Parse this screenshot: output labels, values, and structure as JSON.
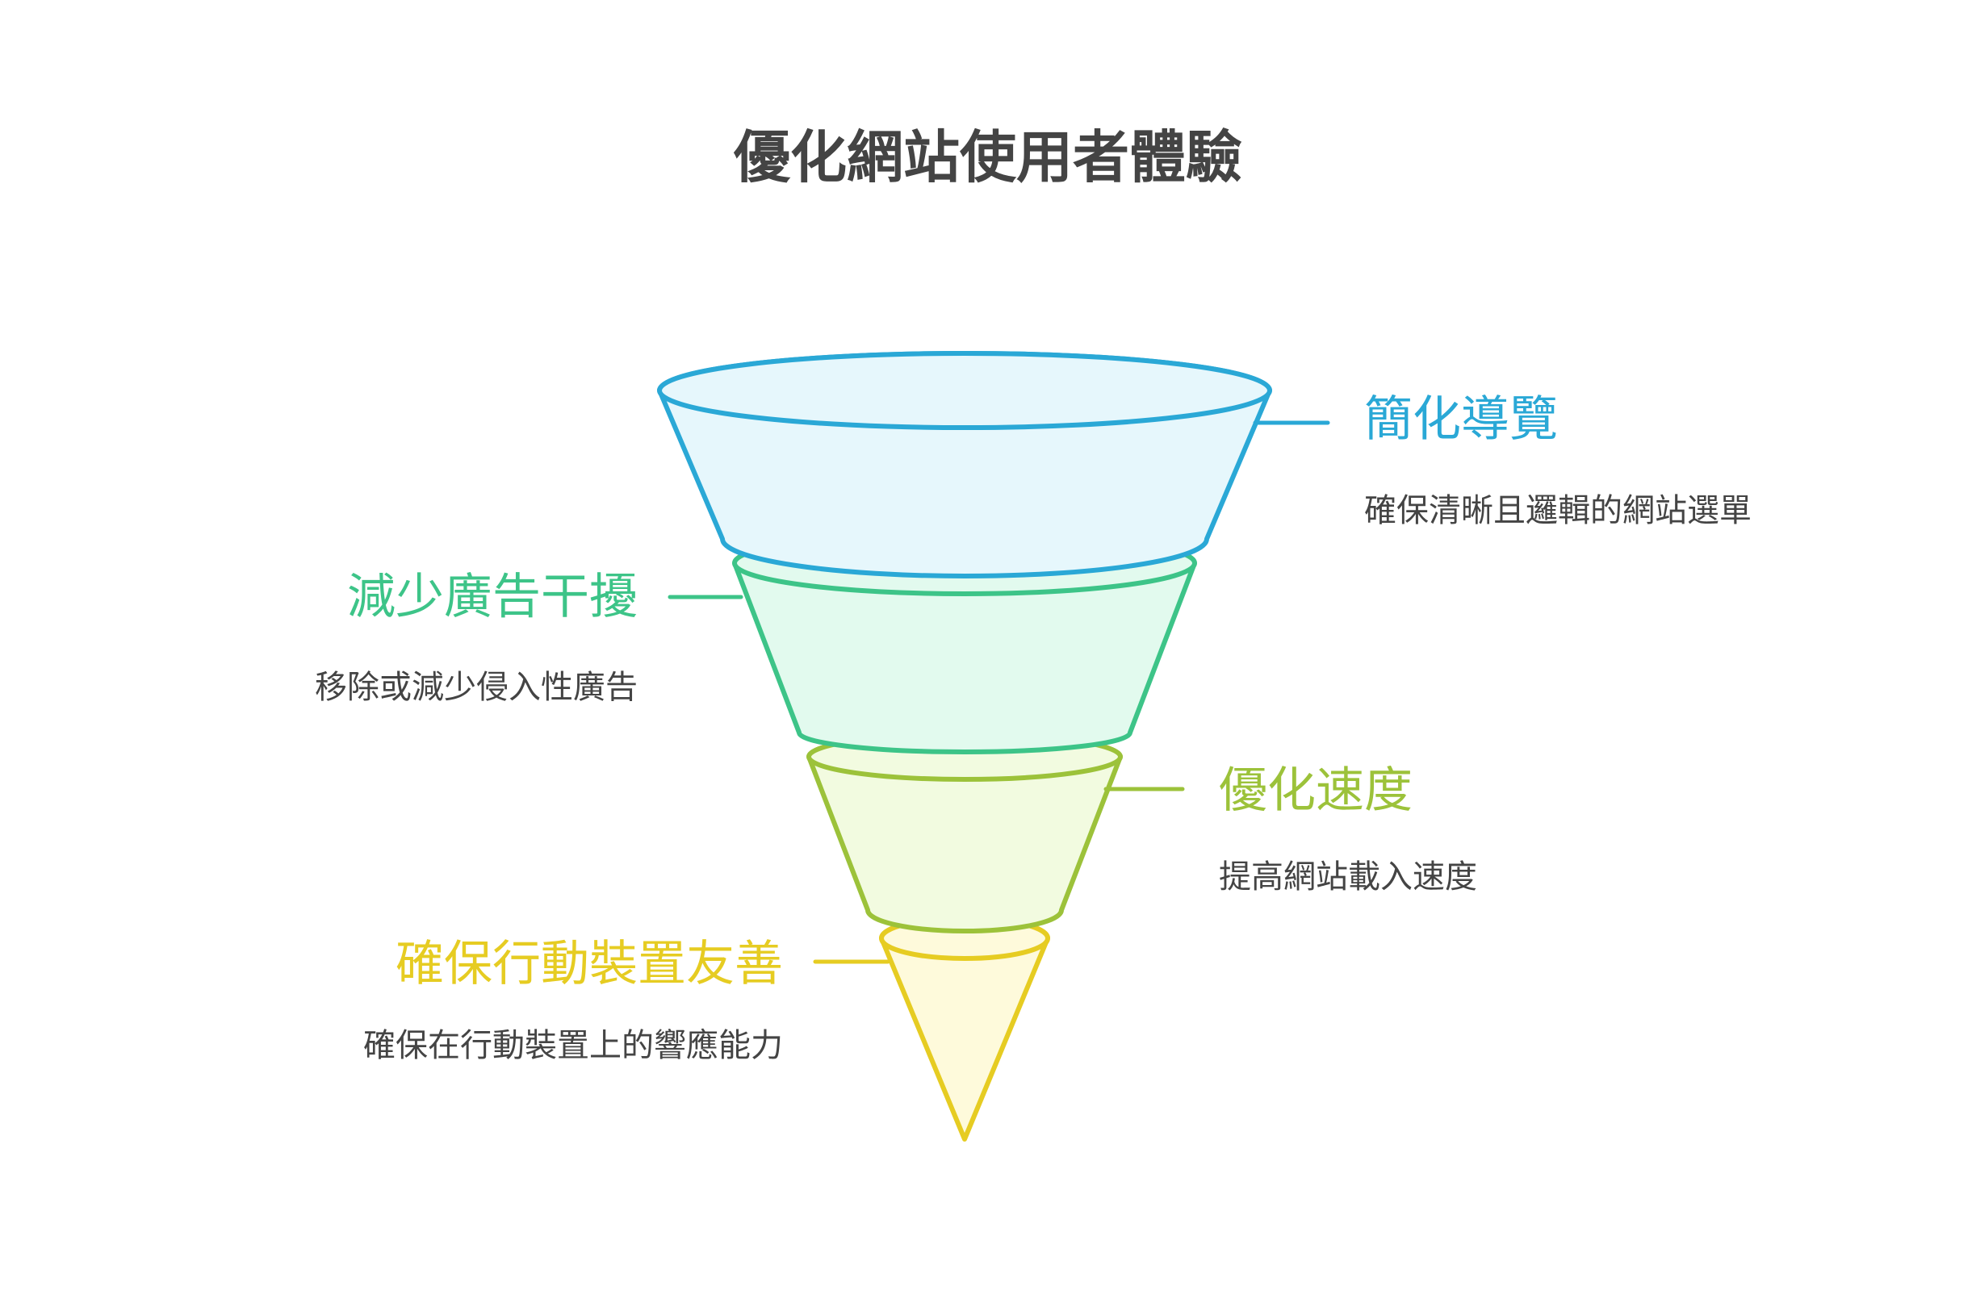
{
  "title": "優化網站使用者體驗",
  "stages": [
    {
      "label": "簡化導覽",
      "description": "確保清晰且邏輯的網站選單",
      "stroke": "#2aa8d6",
      "fill": "#e6f7fc"
    },
    {
      "label": "減少廣告干擾",
      "description": "移除或減少侵入性廣告",
      "stroke": "#3dc488",
      "fill": "#e2faee"
    },
    {
      "label": "優化速度",
      "description": "提高網站載入速度",
      "stroke": "#9cc23a",
      "fill": "#f2fbe0"
    },
    {
      "label": "確保行動裝置友善",
      "description": "確保在行動裝置上的響應能力",
      "stroke": "#e6cc22",
      "fill": "#fefadb"
    }
  ]
}
